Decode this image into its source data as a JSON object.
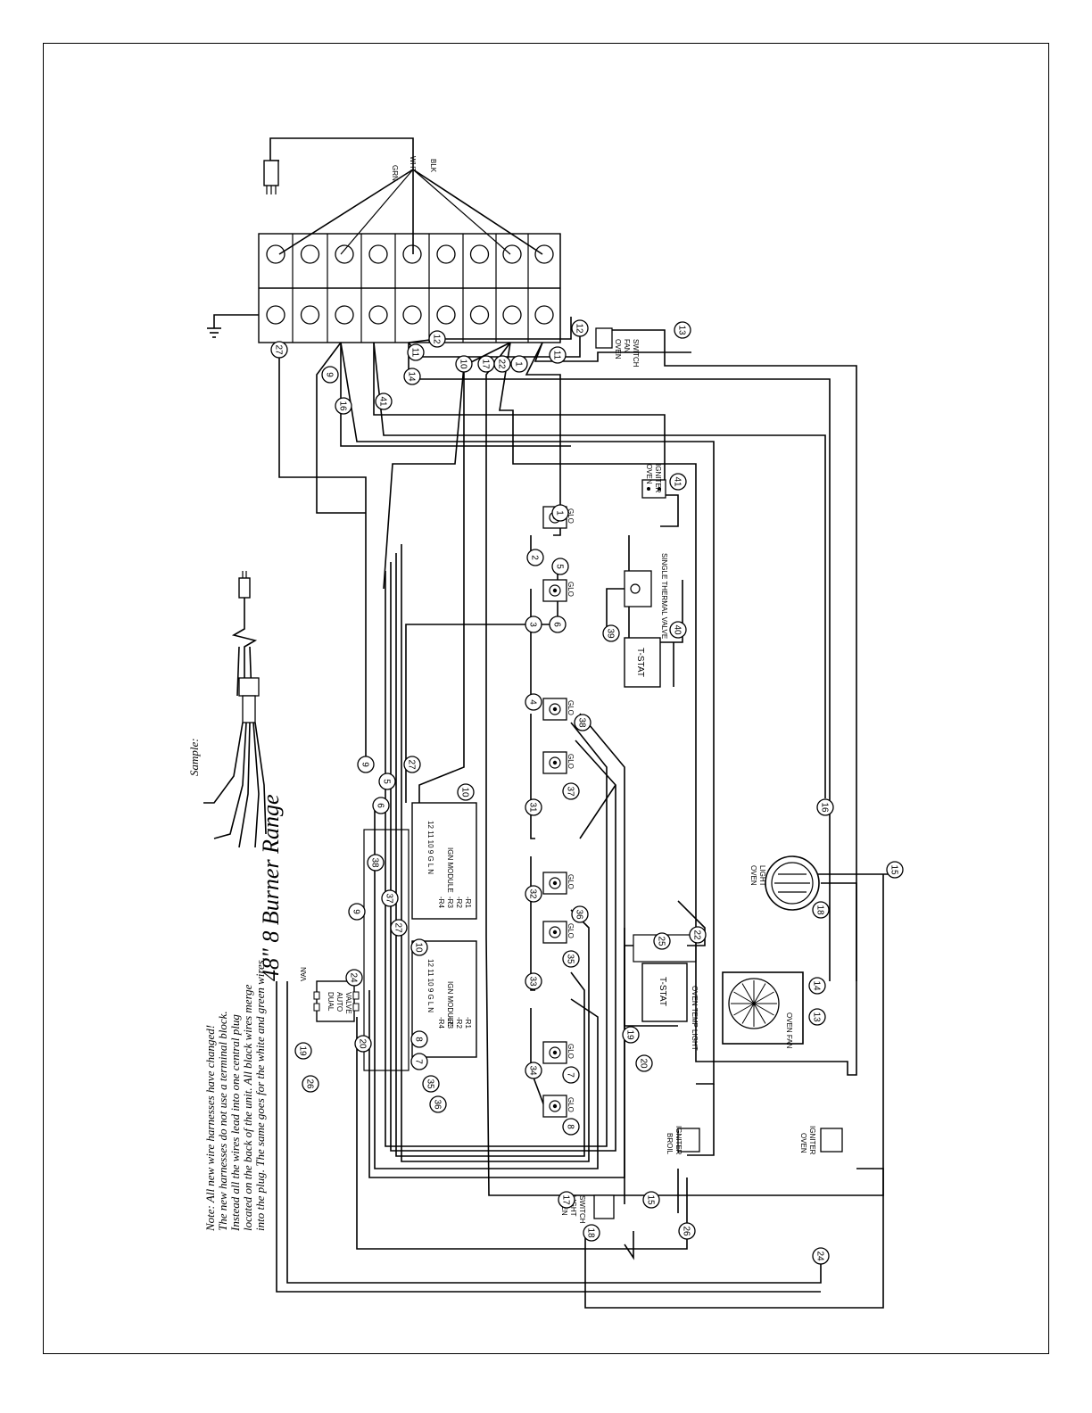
{
  "title": "48\"  8 Burner Range",
  "title_sub": "VAN",
  "sample_label": "Sample:",
  "note_lines": [
    "Note:  All new wire harnesses have changed!",
    "The new harnesses do not use a terminal block.",
    "Instead all the wires lead into one central plug",
    "located on the back of the unit. All black wires merge",
    "into the plug.  The same goes for the white and green  wires."
  ],
  "cord_labels": [
    "GRN",
    "WHT",
    "BLK"
  ],
  "components": {
    "oven_fan_switch": [
      "OVEN",
      "FAN",
      "SWITCH"
    ],
    "oven_igniter_top": [
      "OVEN",
      "IGNITER"
    ],
    "single_thermal_valve": "SINGLE THERMAL VALVE",
    "tstat_top": "T-STAT",
    "ign_module_1": "IGN MODULE",
    "ign_module_2": "IGN MODULE",
    "dual_auto_valve": [
      "DUAL",
      "AUTO",
      "VALVE"
    ],
    "tstat_mid": "T-STAT",
    "oven_temp_light": "OVEN TEMP LIGHT",
    "oven_light": [
      "OVEN",
      "LIGHT"
    ],
    "oven_fan": "OVEN FAN",
    "broil_igniter": [
      "BROIL",
      "IGNITER"
    ],
    "oven_igniter_bottom": [
      "OVEN",
      "IGNITER"
    ],
    "oven_light_switch": [
      "OVEN",
      "LIGHT",
      "SWITCH"
    ]
  },
  "module_pins": [
    "12 11 10 9 G L N",
    "-R4",
    "-R3",
    "-R2",
    "-R1"
  ],
  "burner_label": "GLO",
  "connectors": {
    "c27a": "27",
    "c9a": "9",
    "c16a": "16",
    "c41a": "41",
    "c14": "14",
    "c11a": "11",
    "c12a": "12",
    "c10a": "10",
    "c17a": "17",
    "c22a": "22",
    "c1a": "1",
    "c11b": "11",
    "c12b": "12",
    "c13a": "13",
    "c41b": "41",
    "c1b": "1",
    "c2": "2",
    "c5a": "5",
    "c6a": "6",
    "c3": "3",
    "c39": "39",
    "c40": "40",
    "c4": "4",
    "c38a": "38",
    "c37a": "37",
    "c31": "31",
    "c32": "32",
    "c36a": "36",
    "c35a": "35",
    "c33": "33",
    "c34": "34",
    "c7a": "7",
    "c8a": "8",
    "c16b": "16",
    "c15a": "15",
    "c18a": "18",
    "c14b": "14",
    "c13b": "13",
    "c25": "25",
    "c22b": "22",
    "c19a": "19",
    "c20a": "20",
    "c9b": "9",
    "c5b": "5",
    "c27b": "27",
    "c6b": "6",
    "c10b": "10",
    "c38b": "38",
    "c9c": "9",
    "c37b": "37",
    "c27c": "27",
    "c10c": "10",
    "c24a": "24",
    "c19b": "19",
    "c26a": "26",
    "c20b": "20",
    "c8b": "8",
    "c7b": "7",
    "c35b": "35",
    "c36b": "36",
    "c17b": "17",
    "c15b": "15",
    "c18b": "18",
    "c26b": "26",
    "c24b": "24"
  }
}
